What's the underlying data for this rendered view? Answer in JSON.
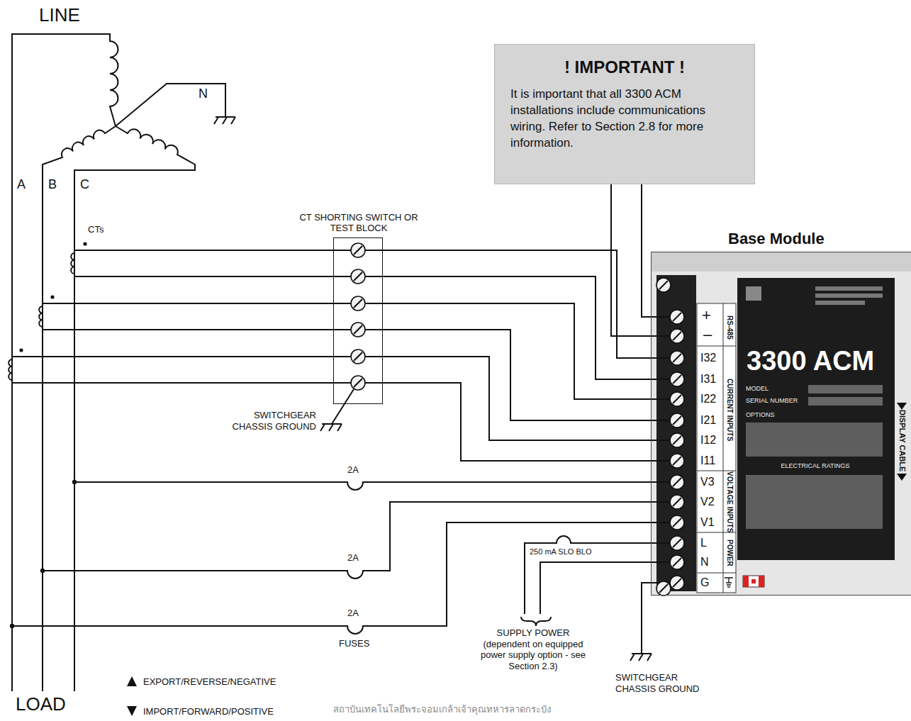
{
  "diagram": {
    "nodes": [
      {
        "text": [
          "! IMPORTANT !",
          "It is important that all 3300 ACM installations include communications wiring. Refer to Section 2.8 for more information."
        ]
      },
      {
        "text": [
          "CT SHORTING SWITCH OR TEST BLOCK"
        ]
      },
      {
        "text": [
          "Base Module",
          "3300 ACM"
        ]
      }
    ],
    "edges": [
      {
        "from": 1,
        "to": 2,
        "arrow": "none"
      },
      {
        "from": 1,
        "to": 2,
        "arrow": "none"
      },
      {
        "from": 1,
        "to": 2,
        "arrow": "none"
      },
      {
        "from": 1,
        "to": 2,
        "arrow": "none"
      },
      {
        "from": 1,
        "to": 2,
        "arrow": "none"
      },
      {
        "from": 1,
        "to": 2,
        "arrow": "none"
      },
      {
        "from": 0,
        "to": 2,
        "arrow": "none"
      },
      {
        "from": 0,
        "to": 2,
        "arrow": "none"
      }
    ],
    "labels": [
      "LINE",
      "N",
      "A",
      "B",
      "C",
      "CTs",
      "+",
      "–",
      "RS-485",
      "I32",
      "I31",
      "I22",
      "I21",
      "I12",
      "I11",
      "CURRENT INPUTS",
      "V3",
      "V2",
      "V1",
      "VOLTAGE INPUTS",
      "L",
      "N",
      "G",
      "POWER",
      "MODEL",
      "SERIAL NUMBER",
      "OPTIONS",
      "ELECTRICAL RATINGS",
      "DISPLAY CABLE",
      "SWITCHGEAR CHASSIS GROUND",
      "2A",
      "2A",
      "250 mA SLO BLO",
      "2A",
      "FUSES",
      "SUPPLY POWER (dependent on equipped power supply option - see Section 2.3)",
      "SWITCHGEAR CHASSIS GROUND",
      "LOAD",
      "สถาบันเทคโนโลยีพระจอมเกล้าเจ้าคุณทหารลาดกระบัง"
    ],
    "legend": [
      {
        "text": "EXPORT/REVERSE/NEGATIVE"
      },
      {
        "text": "IMPORT/FORWARD/POSITIVE"
      }
    ]
  }
}
